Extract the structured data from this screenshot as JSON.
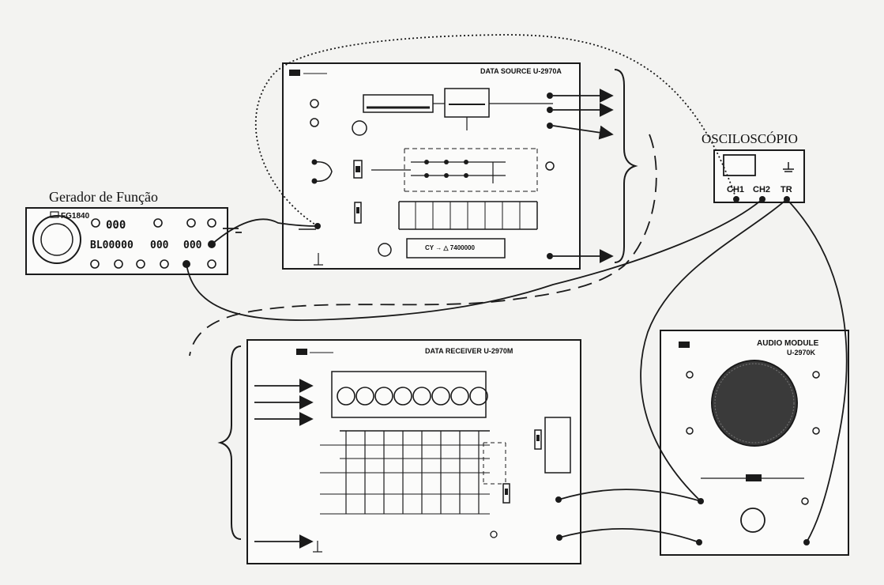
{
  "labels": {
    "function_generator": "Gerador de Função",
    "oscilloscope": "OSCILOSCÓPIO"
  },
  "function_generator": {
    "model": "FG1840",
    "display": "BL00000",
    "readout_1": "000",
    "readout_2": "000",
    "readout_3": "000"
  },
  "oscilloscope": {
    "channels": [
      "CH1",
      "CH2",
      "TR"
    ]
  },
  "data_source": {
    "title": "DATA SOURCE U-2970A",
    "counter_label": "CY → △ 7400000"
  },
  "data_receiver": {
    "title": "DATA RECEIVER U-2970M",
    "leds": 8
  },
  "audio_module": {
    "title": "AUDIO MODULE",
    "model": "U-2970K"
  },
  "colors": {
    "ink": "#1a1a1a",
    "paper": "#f3f3f1",
    "panel": "#fbfbfa"
  }
}
